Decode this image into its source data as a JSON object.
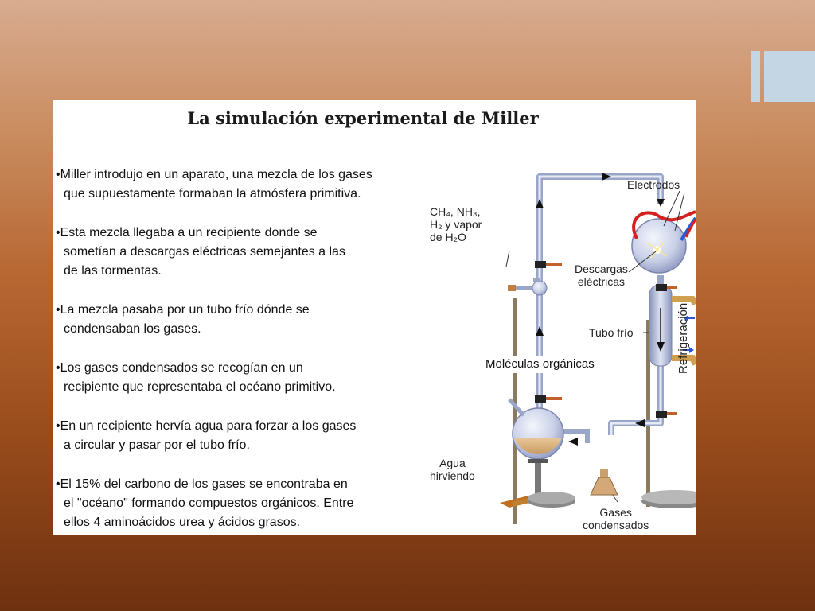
{
  "slide": {
    "title": "La simulación experimental de Miller",
    "bullets": [
      "•Miller introdujo en un aparato, una mezcla de los gases\nque supuestamente formaban la atmósfera primitiva.",
      "•Esta mezcla llegaba a un recipiente donde se\nsometían a descargas eléctricas semejantes a las\nde las tormentas.",
      "•La mezcla pasaba por un tubo frío dónde se\ncondensaban los gases.",
      "•Los gases condensados se recogían en un\nrecipiente que representaba el océano primitivo.",
      "•En un recipiente hervía agua para forzar a los gases\na circular y pasar por el tubo frío.",
      "•El 15% del carbono de los gases se encontraba en\nel \"océano\" formando compuestos orgánicos. Entre\nellos 4 aminoácidos urea y ácidos grasos."
    ]
  },
  "diagram": {
    "gases_line1": "CH₄, NH₃,",
    "gases_line2": "H₂ y vapor",
    "gases_line3": "de H₂O",
    "electrodes": "Electrodos",
    "discharges_line1": "Descargas",
    "discharges_line2": "eléctricas",
    "cold_tube": "Tubo frío",
    "refrigeration": "Refrigeración",
    "water_line1": "Agua",
    "water_line2": "hirviendo",
    "condensed_line1": "Gases",
    "condensed_line2": "condensados",
    "organic_molecules": "Moléculas orgánicas"
  },
  "colors": {
    "background_top": "#d8ab90",
    "background_bottom": "#6e3110",
    "accent": "#c4d6e3",
    "tube": "#9aa6c8",
    "electrode_red": "#d42020",
    "electrode_blue": "#2a5ad0",
    "cooling_pipe": "#d0a050"
  }
}
